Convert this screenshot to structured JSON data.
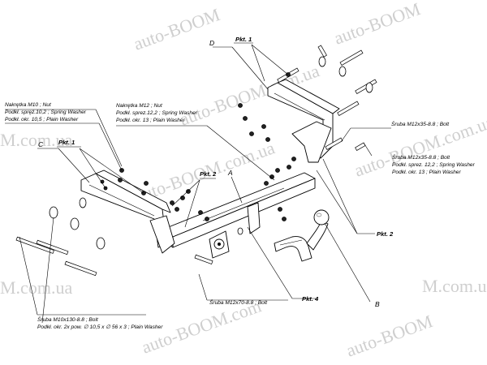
{
  "watermark": {
    "text_left": "auto-BOOM",
    "text_left_alt": "auto-BOOM.com.ua",
    "text_mid": "auto-BOOM.com.ua",
    "text_center": "auto-BOOM.com.ua",
    "text_left_vertical": "M.com.ua",
    "text_right_vertical": "M.com.ua",
    "text_lower_left": "M.com.ua",
    "text_bottom_left": "auto-BOOM.com",
    "text_bottom_right": "auto-BOOM"
  },
  "letters": {
    "a": "A",
    "b": "B",
    "c": "C",
    "d": "D"
  },
  "pkt": {
    "pkt1_top": "Pkt. 1",
    "pkt1_left": "Pkt. 1",
    "pkt2_left": "Pkt. 2",
    "pkt2_right": "Pkt. 2",
    "pkt4": "Pkt. 4"
  },
  "labels": {
    "m10": [
      "Nakrętka M10 ; Nut",
      "Podkł. spręż.10,2 ; Spring Washer",
      "Podkł. okr. 10,5 ; Plain Washer"
    ],
    "m12": [
      "Nakrętka M12 ; Nut",
      "Podkł. sprez.12,2 ; Spring Washer",
      "Podkł. okr. 13 ; Plain Washer"
    ],
    "bolt_top": "Śruba M12x35-8.8 ;  Bolt",
    "bolt_right": [
      "Śruba M12x35-8.8 ;  Bolt",
      "Podkł. sprez. 12,2 ; Spring Washer",
      "Podkł. okr. 13 ; Plain Washer"
    ],
    "bolt_mid": "Śruba M12x70-8.8 ;  Bolt",
    "bolt_bottom": [
      "Śruba M10x130-8.8 ;  Bolt",
      "Podkł. okr. 2x pow. ∅ 10,5 x ∅ 56 x 3 ; Plain Washer"
    ]
  }
}
